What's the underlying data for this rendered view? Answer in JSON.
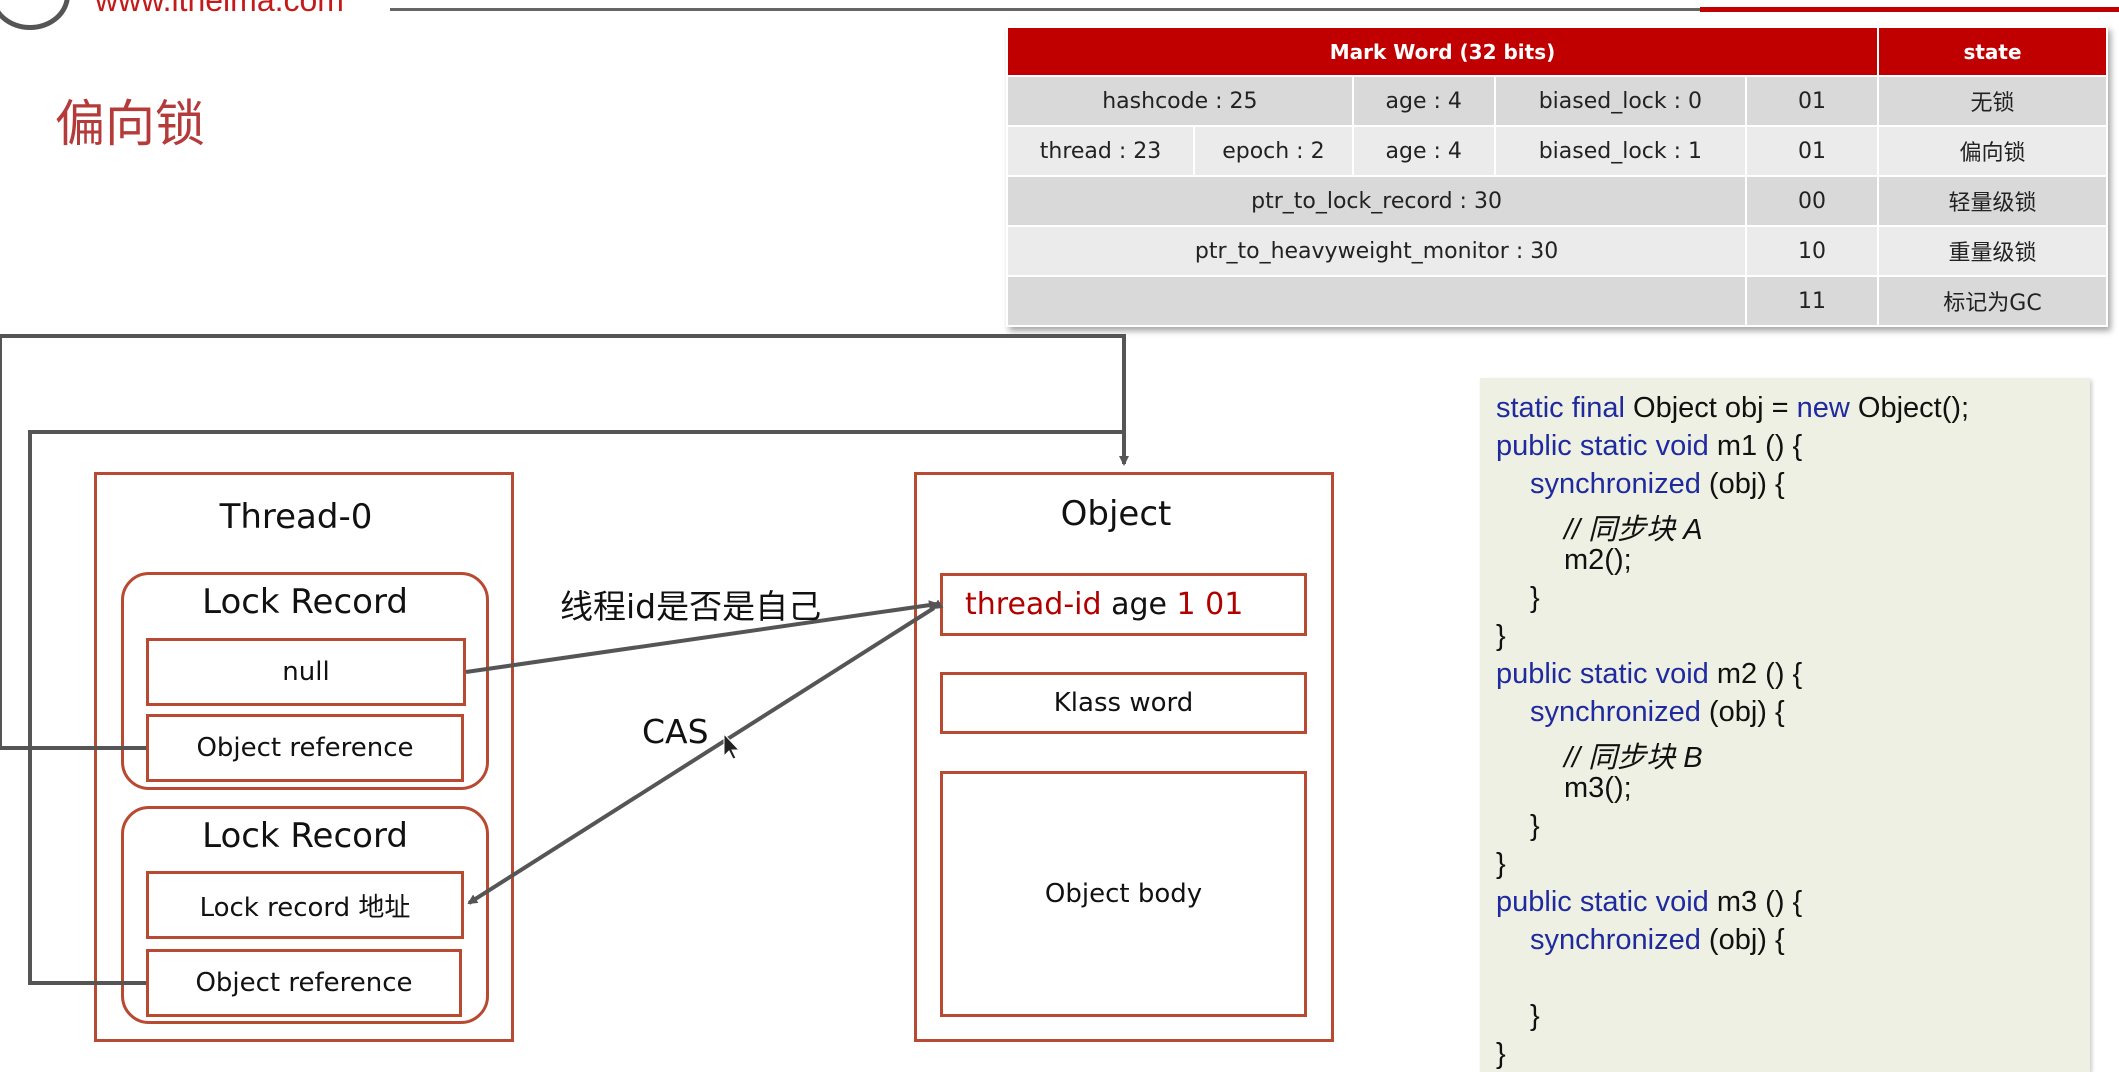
{
  "logo": {
    "url_text": "www.itheima.com"
  },
  "page_title": "偏向锁",
  "mark_word_table": {
    "header_main": "Mark Word (32 bits)",
    "header_state": "state",
    "rows": [
      {
        "cells": [
          "hashcode : 25",
          "age : 4",
          "biased_lock : 0"
        ],
        "bits": "01",
        "state": "无锁"
      },
      {
        "cells": [
          "thread : 23",
          "epoch : 2",
          "age : 4",
          "biased_lock : 1"
        ],
        "bits": "01",
        "state": "偏向锁"
      },
      {
        "cells": [
          "ptr_to_lock_record : 30"
        ],
        "bits": "00",
        "state": "轻量级锁"
      },
      {
        "cells": [
          "ptr_to_heavyweight_monitor : 30"
        ],
        "bits": "10",
        "state": "重量级锁"
      },
      {
        "cells": [
          ""
        ],
        "bits": "11",
        "state": "标记为GC"
      }
    ]
  },
  "diagram": {
    "thread_title": "Thread-0",
    "lock_record_1": {
      "title": "Lock Record",
      "slot1": "null",
      "slot2": "Object reference"
    },
    "lock_record_2": {
      "title": "Lock Record",
      "slot1": "Lock record 地址",
      "slot2": "Object reference"
    },
    "object_title": "Object",
    "object_header": {
      "part1": "thread-id",
      "part2": "age",
      "part3": "1 01"
    },
    "klass_word": "Klass word",
    "object_body": "Object body",
    "edge_label_check": "线程id是否是自己",
    "edge_label_cas": "CAS"
  },
  "code": {
    "l1a": "static final",
    "l1b": " Object obj = ",
    "l1c": "new",
    "l1d": " Object();",
    "l2a": "public static void",
    "l2b": " m1 () {",
    "l3a": "synchronized",
    "l3b": " (obj) {",
    "l4": "// 同步块 A",
    "l5": "m2();",
    "l6": "}",
    "l7": "}",
    "l8a": "public static void",
    "l8b": " m2 () {",
    "l9a": "synchronized",
    "l9b": " (obj) {",
    "l10": "// 同步块 B",
    "l11": "m3();",
    "l12": "}",
    "l13": "}",
    "l14a": "public static void",
    "l14b": " m3 () {",
    "l15a": "synchronized",
    "l15b": " (obj) {",
    "l16": "}",
    "l17": "}"
  },
  "colors": {
    "accent_red": "#c00000",
    "box_border": "#b84a32",
    "keyword_blue": "#1f2a9e",
    "code_bg": "#eef0e3"
  }
}
